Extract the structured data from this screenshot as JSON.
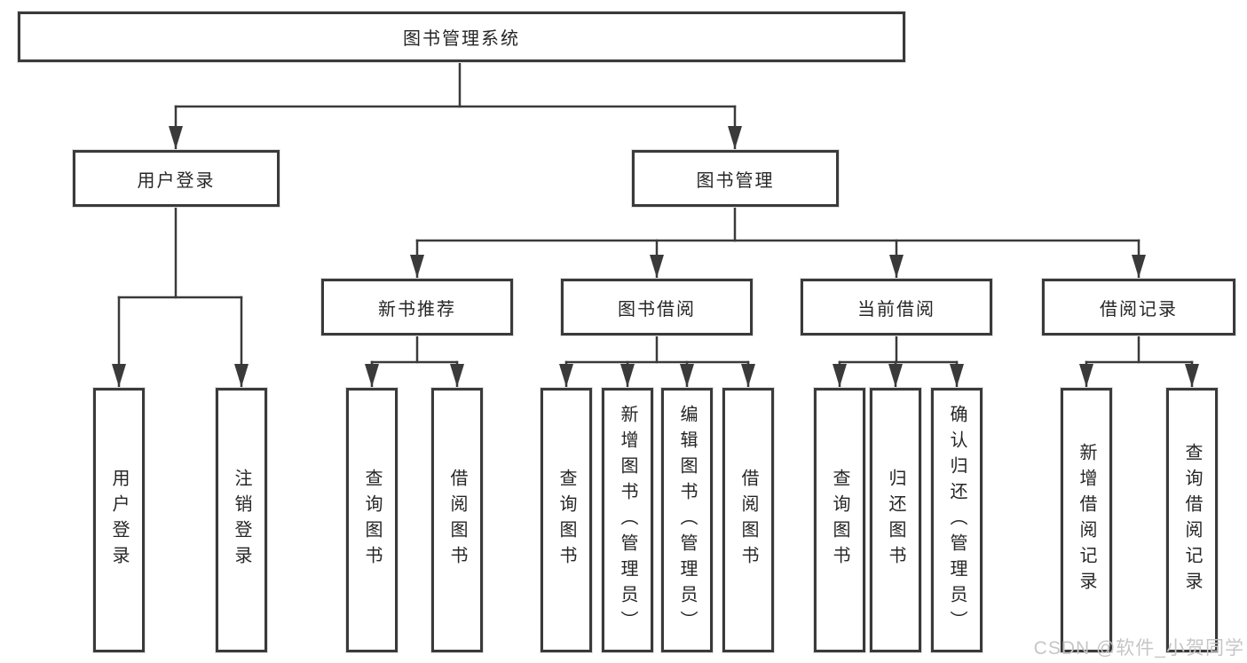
{
  "tree": {
    "label": "图书管理系统",
    "children": [
      {
        "label": "用户登录",
        "children": [
          {
            "label": "用户登录"
          },
          {
            "label": "注销登录"
          }
        ]
      },
      {
        "label": "图书管理",
        "children": [
          {
            "label": "新书推荐",
            "children": [
              {
                "label": "查询图书"
              },
              {
                "label": "借阅图书"
              }
            ]
          },
          {
            "label": "图书借阅",
            "children": [
              {
                "label": "查询图书"
              },
              {
                "label": "新增图书（管理员）"
              },
              {
                "label": "编辑图书（管理员）"
              },
              {
                "label": "借阅图书"
              }
            ]
          },
          {
            "label": "当前借阅",
            "children": [
              {
                "label": "查询图书"
              },
              {
                "label": "归还图书"
              },
              {
                "label": "确认归还（管理员）"
              }
            ]
          },
          {
            "label": "借阅记录",
            "children": [
              {
                "label": "新增借阅记录"
              },
              {
                "label": "查询借阅记录"
              }
            ]
          }
        ]
      }
    ]
  },
  "watermark": {
    "text": "CSDN @软件_小贺同学"
  },
  "colors": {
    "line": "#3a3a3a",
    "text": "#262626",
    "box_background": "#ffffff",
    "watermark": "#c6c6c6"
  }
}
